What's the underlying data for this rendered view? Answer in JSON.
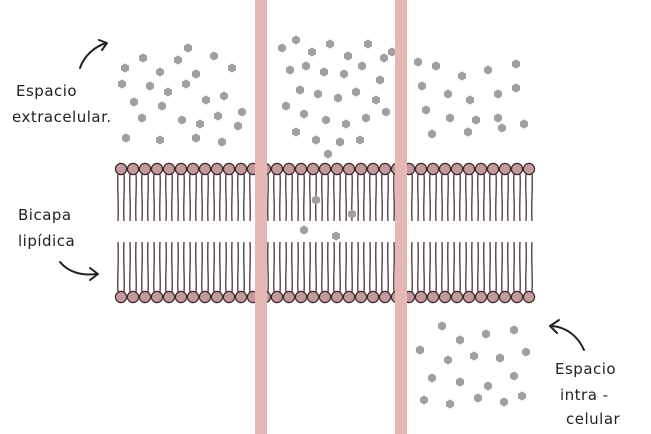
{
  "labels": {
    "extracellular": [
      "Espacio",
      "extracelular."
    ],
    "bilayer": [
      "Bicapa",
      "lipídica"
    ],
    "intracellular": [
      "Espacio",
      "intra -",
      "celular"
    ]
  },
  "colors": {
    "head_fill": "#c49a9e",
    "tail_stroke": "#5a4146",
    "outline": "#3a2a2e",
    "channel": "#e6b8b5",
    "particle": "#a0a0a3",
    "text": "#222222"
  },
  "icons": [
    "arrow-icon"
  ]
}
